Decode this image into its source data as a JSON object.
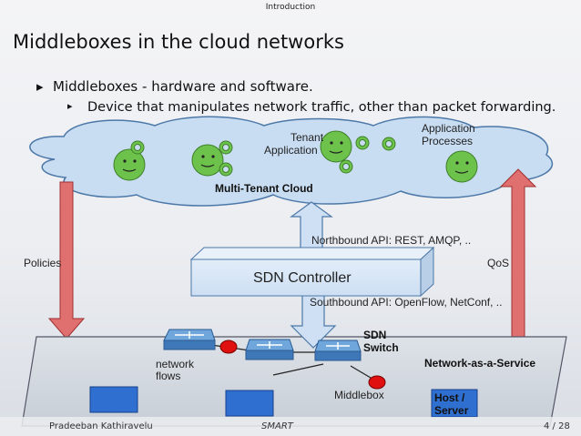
{
  "header": {
    "section": "Introduction"
  },
  "slide": {
    "title": "Middleboxes in the cloud networks",
    "bullet_level1": "Middleboxes - hardware and software.",
    "bullet_level2": "Device that manipulates network traffic, other than packet forwarding."
  },
  "diagram": {
    "cloud_label": "Multi-Tenant Cloud",
    "tenant_label_1": "Tenant",
    "tenant_label_2": "Application",
    "app_processes_1": "Application",
    "app_processes_2": "Processes",
    "northbound": "Northbound API: REST, AMQP, ..",
    "controller": "SDN Controller",
    "southbound": "Southbound API: OpenFlow, NetConf, ..",
    "policies": "Policies",
    "qos": "QoS",
    "sdn_switch_1": "SDN",
    "sdn_switch_2": "Switch",
    "network_flows_1": "network",
    "network_flows_2": "flows",
    "naas": "Network-as-a-Service",
    "middlebox": "Middlebox",
    "host_1": "Host /",
    "host_2": "Server",
    "colors": {
      "cloud_fill": "#c9ddf2",
      "cloud_stroke": "#4c78a8",
      "smiley": "#6cc24a",
      "red_arrow": "#e07070",
      "blue_arrow": "#cfe0f5",
      "middlebox_dot": "#e01010",
      "square": "#2f6fd0"
    }
  },
  "footer": {
    "author": "Pradeeban Kathiravelu",
    "center": "SMART",
    "page": "4 / 28"
  }
}
